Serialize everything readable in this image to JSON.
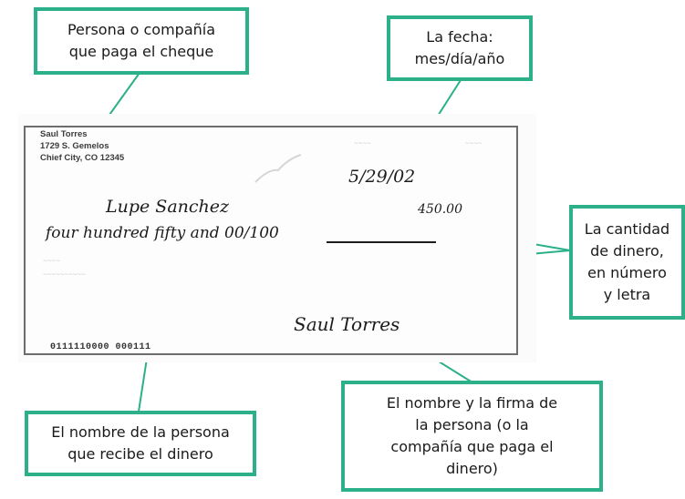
{
  "callouts": {
    "payer": [
      "Persona o compañía",
      "que paga el cheque"
    ],
    "date": [
      "La fecha:",
      "mes/día/año"
    ],
    "amount": [
      "La cantidad",
      "de dinero,",
      "en número",
      "y letra"
    ],
    "payee": [
      "El nombre de la persona",
      "que recibe el dinero"
    ],
    "signature": [
      "El nombre y la firma de",
      "la persona (o la",
      "compañía que paga el",
      "dinero)"
    ]
  },
  "check": {
    "address": [
      "Saul Torres",
      "1729 S. Gemelos",
      "Chief City, CO 12345"
    ],
    "date": "5/29/02",
    "payee": "Lupe Sanchez",
    "amount_number": "450.00",
    "amount_words": "four hundred fifty and 00/100",
    "signature": "Saul Torres",
    "micr": "0111110000 000111"
  },
  "colors": {
    "accent": "#2bb08a"
  }
}
